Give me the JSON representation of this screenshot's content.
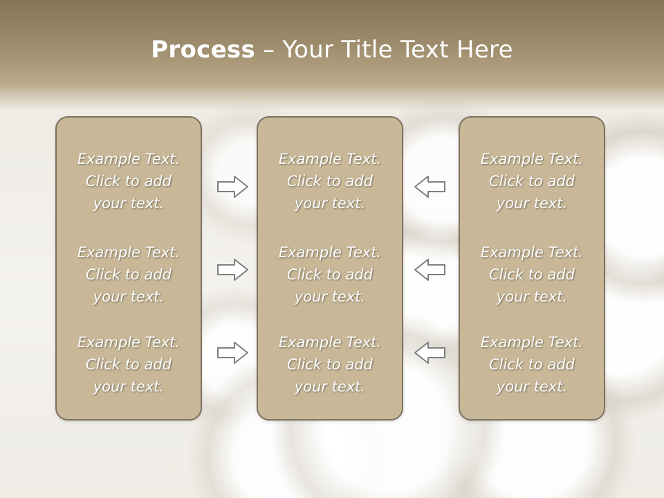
{
  "slide": {
    "title_bold": "Process",
    "title_rest": " – Your Title Text Here"
  },
  "columns": [
    {
      "items": [
        {
          "l1": "Example Text.",
          "l2": "Click  to add",
          "l3": "your text."
        },
        {
          "l1": "Example Text.",
          "l2": "Click  to add",
          "l3": "your text."
        },
        {
          "l1": "Example Text.",
          "l2": "Click  to add",
          "l3": "your text."
        }
      ]
    },
    {
      "items": [
        {
          "l1": "Example Text.",
          "l2": "Click  to add",
          "l3": "your text."
        },
        {
          "l1": "Example Text.",
          "l2": "Click  to add",
          "l3": "your text."
        },
        {
          "l1": "Example Text.",
          "l2": "Click  to add",
          "l3": "your text."
        }
      ]
    },
    {
      "items": [
        {
          "l1": "Example Text.",
          "l2": "Click  to add",
          "l3": "your text."
        },
        {
          "l1": "Example Text.",
          "l2": "Click  to add",
          "l3": "your text."
        },
        {
          "l1": "Example Text.",
          "l2": "Click  to add",
          "l3": "your text."
        }
      ]
    }
  ],
  "arrows": {
    "left_group": "arrow-right-icon",
    "right_group": "arrow-left-icon"
  },
  "colors": {
    "panel_fill": "#c8b898",
    "panel_border": "#7d705e",
    "title_band": "#857659"
  }
}
